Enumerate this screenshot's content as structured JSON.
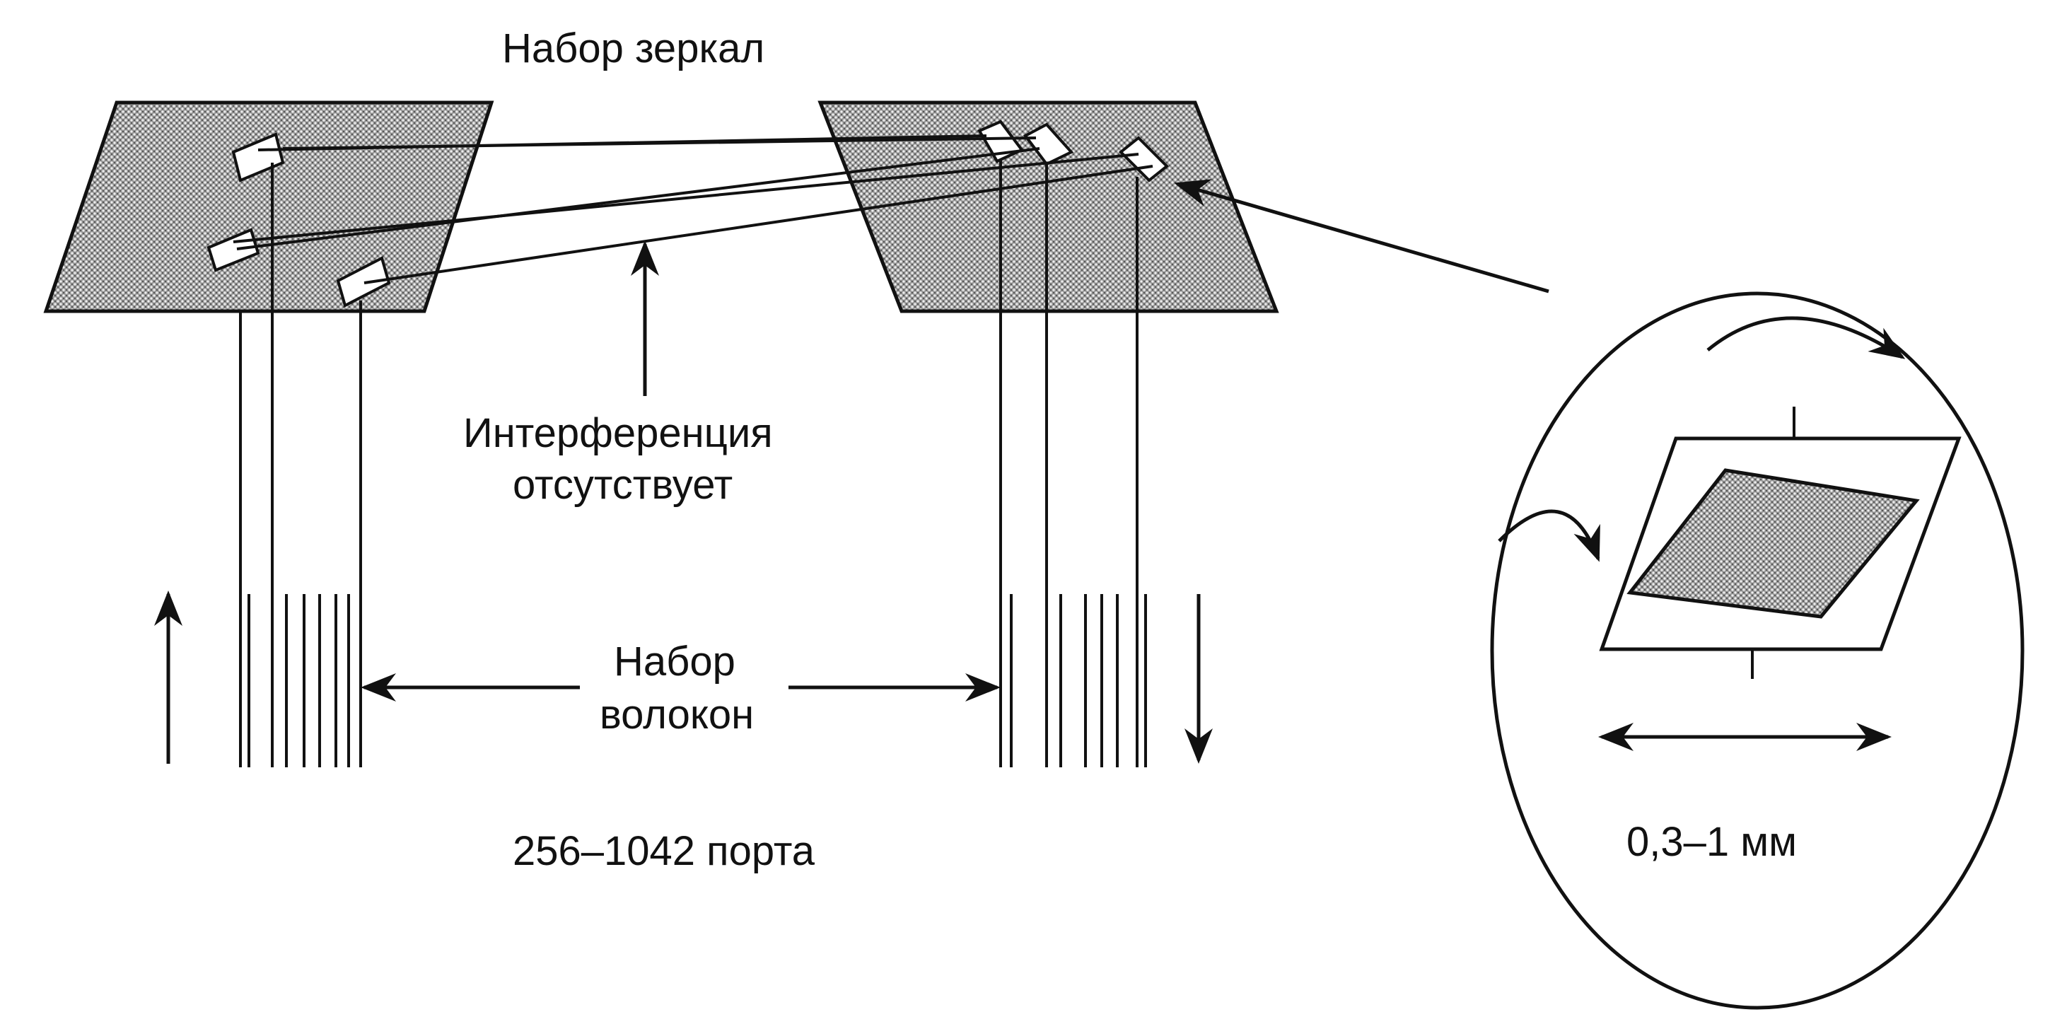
{
  "labels": {
    "mirror_set": "Набор зеркал",
    "no_interference_line1": "Интерференция",
    "no_interference_line2": "отсутствует",
    "fiber_set_line1": "Набор",
    "fiber_set_line2": "волокон",
    "ports": "256–1042 порта",
    "mirror_size": "0,3–1 мм"
  },
  "colors": {
    "stroke": "#111111",
    "hatch": "#8a8a8a",
    "background": "#ffffff"
  }
}
